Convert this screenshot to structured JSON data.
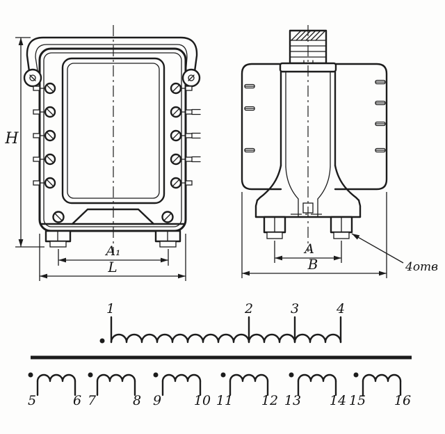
{
  "drawing": {
    "background": "#fdfdfc",
    "ink": "#1c1c1c",
    "kind": "transformer-dimension-drawing-and-winding-schematic"
  },
  "front_view": {
    "dim_height": "H",
    "dim_foot_span": "A₁",
    "dim_length": "L"
  },
  "side_view": {
    "dim_foot_span": "A",
    "dim_width": "B",
    "holes_note": "4отв"
  },
  "schematic": {
    "primary_terminals": [
      "1",
      "2",
      "3",
      "4"
    ],
    "secondary_terminals": [
      "5",
      "6",
      "7",
      "8",
      "9",
      "10",
      "11",
      "12",
      "13",
      "14",
      "15",
      "16"
    ]
  }
}
